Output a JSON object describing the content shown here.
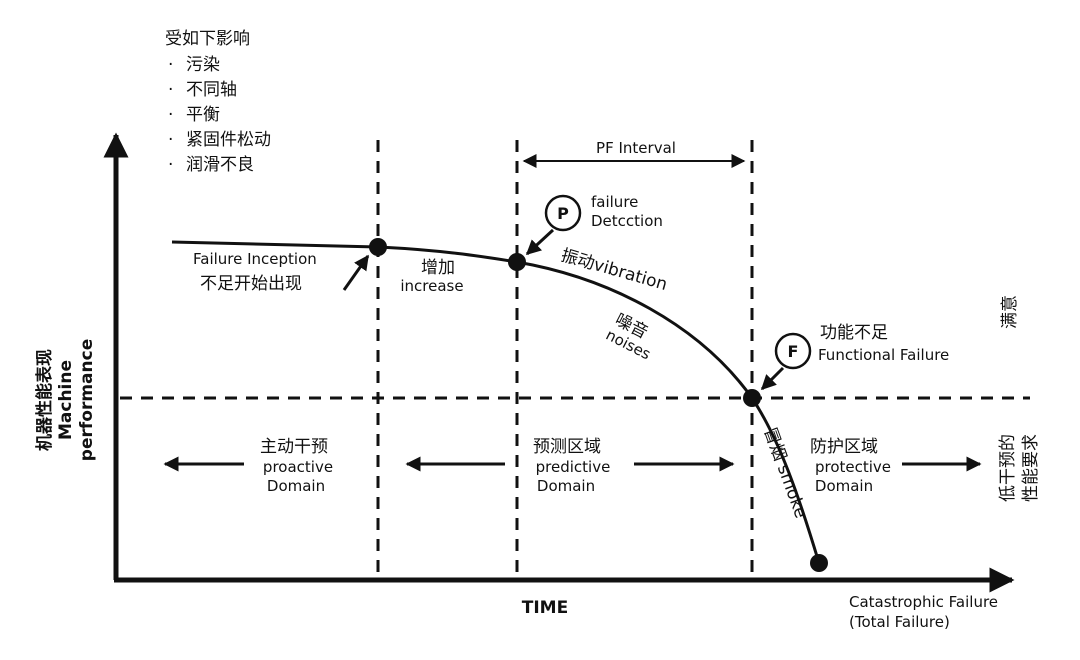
{
  "influences": {
    "title": "受如下影响",
    "bullet": "·",
    "items": [
      "污染",
      "不同轴",
      "平衡",
      "紧固件松动",
      "润滑不良"
    ]
  },
  "axes": {
    "y_label_cn": "机器性能表现",
    "y_label_en_1": "Machine",
    "y_label_en_2": "performance",
    "x_label": "TIME"
  },
  "pf_interval": "PF Interval",
  "p_marker": {
    "letter": "P",
    "label_1": "failure",
    "label_2": "Detcction"
  },
  "f_marker": {
    "letter": "F",
    "label_cn": "功能不足",
    "label_en": "Functional Failure"
  },
  "inception": {
    "label_en": "Failure Inception",
    "label_cn": "不足开始出现"
  },
  "curve_labels": {
    "increase_cn": "增加",
    "increase_en": "increase",
    "vibration": "振动vibration",
    "noises_cn": "噪音",
    "noises_en": "noises",
    "smoke": "冒烟 smoke"
  },
  "catastrophic": {
    "line_1": "Catastrophic Failure",
    "line_2": "(Total Failure)"
  },
  "right_side": {
    "satisfied": "满意",
    "low_1": "低干预的",
    "low_2": "性能要求"
  },
  "domains": {
    "proactive": {
      "cn": "主动干预",
      "en_1": "proactive",
      "en_2": "Domain"
    },
    "predictive": {
      "cn": "预测区域",
      "en_1": "predictive",
      "en_2": "Domain"
    },
    "protective": {
      "cn": "防护区域",
      "en_1": "protective",
      "en_2": "Domain"
    }
  },
  "colors": {
    "ink": "#111111",
    "background": "#ffffff"
  }
}
